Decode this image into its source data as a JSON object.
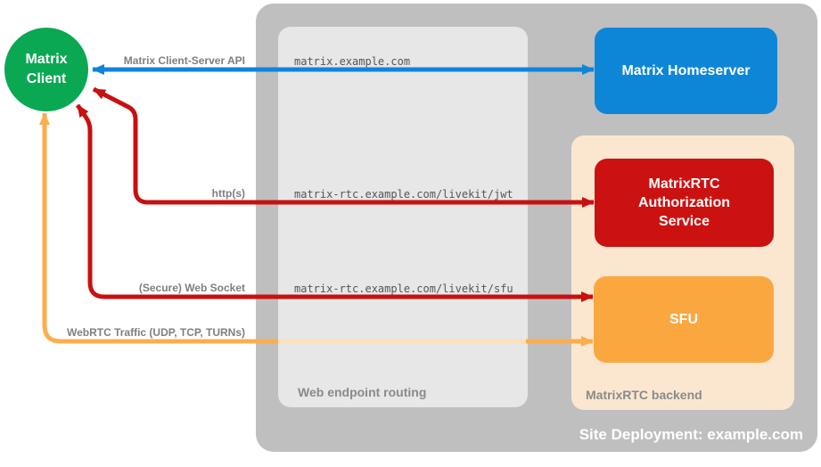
{
  "diagram": {
    "site": {
      "label": "Site Deployment: example.com",
      "color": "#BFBFBF"
    },
    "routing": {
      "label": "Web endpoint routing",
      "endpoints": [
        "matrix.example.com",
        "matrix-rtc.example.com/livekit/jwt",
        "matrix-rtc.example.com/livekit/sfu"
      ]
    },
    "backend": {
      "label": "MatrixRTC backend",
      "color": "#FBE7D0"
    },
    "nodes": {
      "client": {
        "label": "Matrix Client",
        "color": "#0AA853"
      },
      "homeserver": {
        "label": "Matrix Homeserver",
        "color": "#0E86D8"
      },
      "auth_service": {
        "label": "MatrixRTC Authorization Service",
        "color": "#CC1111"
      },
      "sfu": {
        "label": "SFU",
        "color": "#FBA73F"
      }
    },
    "connections": [
      {
        "label": "Matrix Client-Server API",
        "color": "#0E86D8",
        "from": "Matrix Client",
        "to": "Matrix Homeserver",
        "via": "matrix.example.com",
        "bidirectional": true
      },
      {
        "label": "http(s)",
        "color": "#C81010",
        "from": "Matrix Client",
        "to": "MatrixRTC Authorization Service",
        "via": "matrix-rtc.example.com/livekit/jwt",
        "bidirectional": true
      },
      {
        "label": "(Secure) Web Socket",
        "color": "#C81010",
        "from": "Matrix Client",
        "to": "SFU",
        "via": "matrix-rtc.example.com/livekit/sfu",
        "bidirectional": true
      },
      {
        "label": "WebRTC Traffic (UDP, TCP, TURNs)",
        "color": "#FCAD4D",
        "from": "Matrix Client",
        "to": "SFU",
        "bidirectional": true
      }
    ]
  }
}
